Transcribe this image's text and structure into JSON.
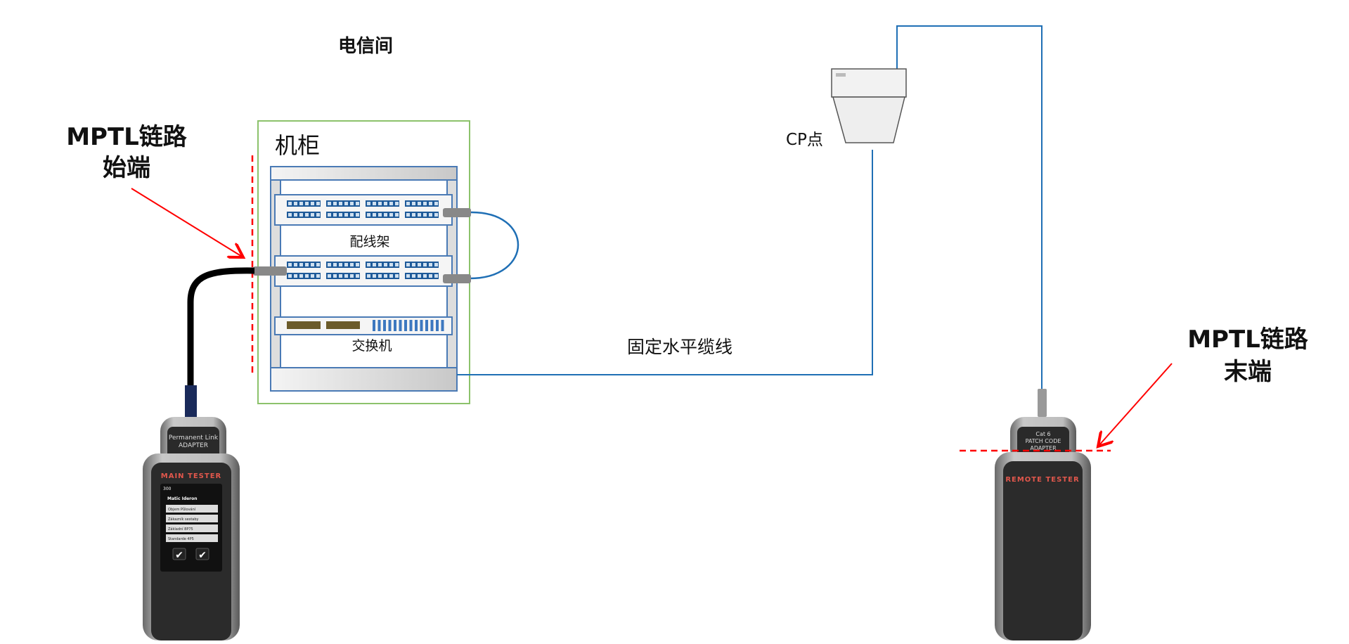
{
  "room_title": "电信间",
  "cabinet": {
    "label": "机柜",
    "patch_panel_label": "配线架",
    "switch_label": "交换机"
  },
  "cp": {
    "label": "CP点"
  },
  "horizontal_cable_label": "固定水平缆线",
  "start": {
    "line1": "MPTL链路",
    "line2": "始端"
  },
  "end": {
    "line1": "MPTL链路",
    "line2": "末端"
  },
  "main_tester": {
    "adapter_line1": "Permanent Link",
    "adapter_line2": "ADAPTER",
    "title": "MAIN TESTER",
    "screen_status": "300",
    "screen_heading": "Matic Ideron",
    "menu": [
      "Objem Půlování",
      "Zákazník sestaby",
      "Základní 8P75",
      "Standarde 4P5"
    ]
  },
  "remote_tester": {
    "adapter_line1": "Cat 6",
    "adapter_line2": "PATCH CODE",
    "adapter_line3": "ADAPTER",
    "title": "REMOTE TESTER"
  },
  "colors": {
    "cable_blue": "#1f6fb5",
    "marker_red": "#ff0000",
    "cabinet_green": "#8cc26b",
    "rack_blue": "#4a7ab5"
  }
}
